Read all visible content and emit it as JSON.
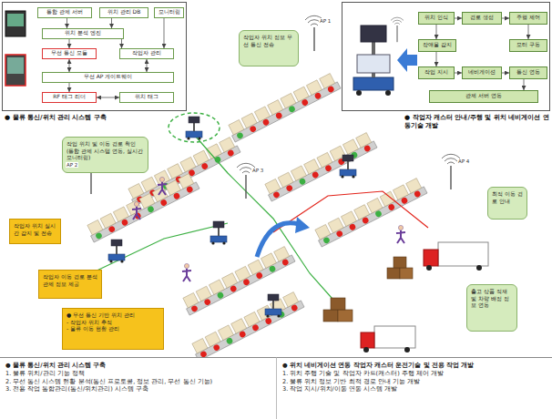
{
  "diagram": {
    "nodes": [
      {
        "text": [
          "● 물류 통신/위치 관리 시스템 구축"
        ]
      },
      {
        "text": [
          "통합 관제 서버"
        ],
        "in": 0
      },
      {
        "text": [
          "위치 관리 DB"
        ],
        "in": 0
      },
      {
        "text": [
          "모니터링"
        ],
        "in": 0
      },
      {
        "text": [
          "위치 분석 엔진"
        ],
        "in": 0
      },
      {
        "text": [
          "무선 통신 모듈"
        ],
        "in": 0
      },
      {
        "text": [
          "작업자 관리"
        ],
        "in": 0
      },
      {
        "text": [
          "무선 AP 게이트웨이"
        ],
        "in": 0
      },
      {
        "text": [
          "RF 태그 리더"
        ],
        "in": 0
      },
      {
        "text": [
          "위치 태그"
        ],
        "in": 0
      },
      {
        "text": [
          "● 작업자 캐스터 안내/주행 및 위치 네비게이션 연동기술 개발"
        ]
      },
      {
        "text": [
          "위치 인식"
        ],
        "in": 10
      },
      {
        "text": [
          "경로 생성"
        ],
        "in": 10
      },
      {
        "text": [
          "주행 제어"
        ],
        "in": 10
      },
      {
        "text": [
          "장애물 감지"
        ],
        "in": 10
      },
      {
        "text": [
          "모터 구동"
        ],
        "in": 10
      },
      {
        "text": [
          "작업 지시"
        ],
        "in": 10
      },
      {
        "text": [
          "네비게이션"
        ],
        "in": 10
      },
      {
        "text": [
          "통신 연동"
        ],
        "in": 10
      },
      {
        "text": [
          "관제 서버 연동"
        ],
        "in": 10
      },
      {
        "text": [
          "작업자 위치 정보 무선 통신 전송"
        ]
      },
      {
        "text": [
          "작업 위치 및 이동 경로 확인 (통합 관제 시스템 연동, 실시간 모니터링)"
        ]
      },
      {
        "text": [
          "최적 이동 경로 안내"
        ]
      },
      {
        "text": [
          "출고 상품 적재 및 차량 배정 정보 연동"
        ]
      },
      {
        "text": [
          "작업자 위치 실시간 감지 및 전송"
        ]
      },
      {
        "text": [
          "작업자 이동 경로 분석 관제 정보 제공"
        ]
      },
      {
        "text": [
          "● 무선 통신 기반 위치 관리",
          "- 작업자 위치 추적",
          "- 물류 이동 현황 관리"
        ]
      },
      {
        "text": [
          "● 물류 통신/위치 관리 시스템 구축",
          "1. 물류 위치/관리 기능 정책",
          "2. 무선 통신 시스템 현황 분석(통신 프로토콜, 정보 관리, 무선 통신 기능)",
          "3. 전용 작업 통합관리(통신/위치관리) 시스템 구축"
        ]
      },
      {
        "text": [
          "● 위치 네비게이션 연동 작업자 캐스터 운전기술 및 전용 작업 개발",
          "1. 위치 주행 기술 및 작업자 카트(캐스터) 주행 제어 개발",
          "2. 물류 위치 정보 기반 최적 경로 안내 기능 개발",
          "3. 작업 지시/위치/이동 연동 시스템 개발"
        ]
      }
    ],
    "edges": [
      {
        "from": 1,
        "to": 4,
        "arrow": "to"
      },
      {
        "from": 2,
        "to": 4,
        "arrow": "to"
      },
      {
        "from": 3,
        "to": 6,
        "arrow": "to"
      },
      {
        "from": 4,
        "to": 5,
        "arrow": "to"
      },
      {
        "from": 4,
        "to": 6,
        "arrow": "to"
      },
      {
        "from": 5,
        "to": 7,
        "arrow": "both"
      },
      {
        "from": 6,
        "to": 7,
        "arrow": "both"
      },
      {
        "from": 7,
        "to": 8,
        "arrow": "to"
      },
      {
        "from": 8,
        "to": 9,
        "arrow": "both"
      },
      {
        "from": 11,
        "to": 12,
        "arrow": "to"
      },
      {
        "from": 12,
        "to": 13,
        "arrow": "to"
      },
      {
        "from": 13,
        "to": 15,
        "arrow": "to"
      },
      {
        "from": 11,
        "to": 14,
        "arrow": "to"
      },
      {
        "from": 14,
        "to": 16,
        "arrow": "to"
      },
      {
        "from": 16,
        "to": 17,
        "arrow": "to"
      },
      {
        "from": 17,
        "to": 18,
        "arrow": "to"
      },
      {
        "from": 18,
        "to": 19,
        "arrow": "to"
      }
    ],
    "labels": [
      "AP 1",
      "AP 2",
      "AP 3",
      "AP 4"
    ]
  }
}
